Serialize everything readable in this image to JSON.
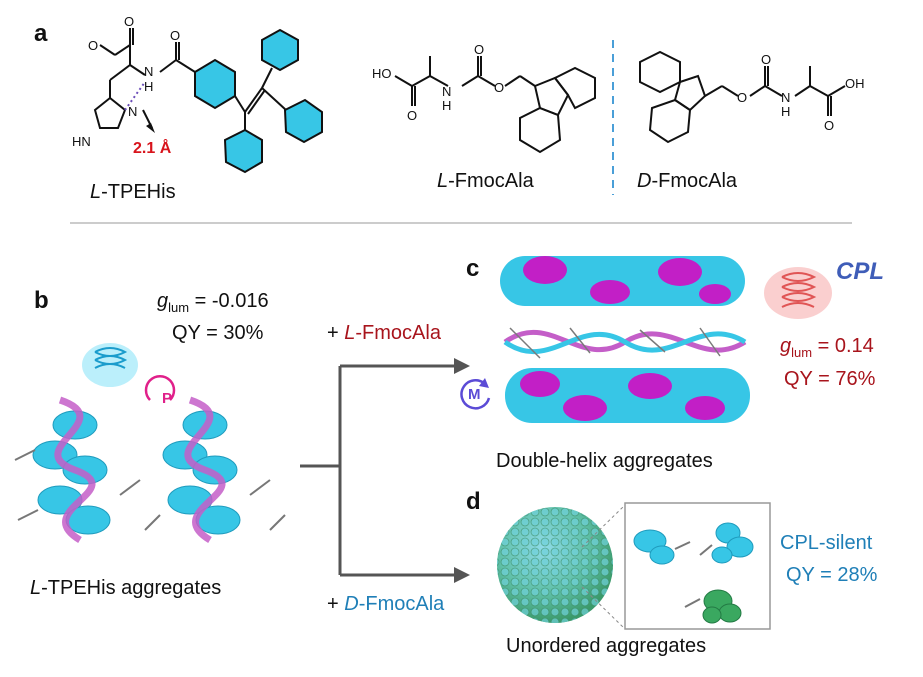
{
  "panels": {
    "a": "a",
    "b": "b",
    "c": "c",
    "d": "d"
  },
  "panel_a": {
    "tpehis_label_prefix": "L",
    "tpehis_label_suffix": "-TPEHis",
    "distance": "2.1 Å",
    "atoms": {
      "o": "O",
      "h": "H",
      "n": "N",
      "hn": "HN",
      "oh": "OH",
      "ho": "HO"
    },
    "l_fmoc_prefix": "L",
    "l_fmoc_suffix": "-FmocAla",
    "d_fmoc_prefix": "D",
    "d_fmoc_suffix": "-FmocAla"
  },
  "panel_b": {
    "g_symbol": "g",
    "g_sub": "lum",
    "g_value": " = -0.016",
    "qy": "QY = 30%",
    "p_label": "P",
    "caption_prefix": "L",
    "caption_suffix": "-TPEHis aggregates"
  },
  "arrows": {
    "top_plus": "+ ",
    "top_prefix": "L",
    "top_suffix": "-FmocAla",
    "bottom_plus": "+ ",
    "bottom_prefix": "D",
    "bottom_suffix": "-FmocAla"
  },
  "panel_c": {
    "cpl": "CPL",
    "m_label": "M",
    "g_symbol": "g",
    "g_sub": "lum",
    "g_value": " = 0.14",
    "qy": "QY = 76%",
    "caption": "Double-helix aggregates"
  },
  "panel_d": {
    "status": "CPL-silent",
    "qy": "QY = 28%",
    "caption": "Unordered aggregates"
  },
  "colors": {
    "cyan": "#37c6e6",
    "magenta": "#c21fc6",
    "red": "#a8141c",
    "blue": "#1f7fb7",
    "green": "#3aa860",
    "arrow": "#555555"
  }
}
